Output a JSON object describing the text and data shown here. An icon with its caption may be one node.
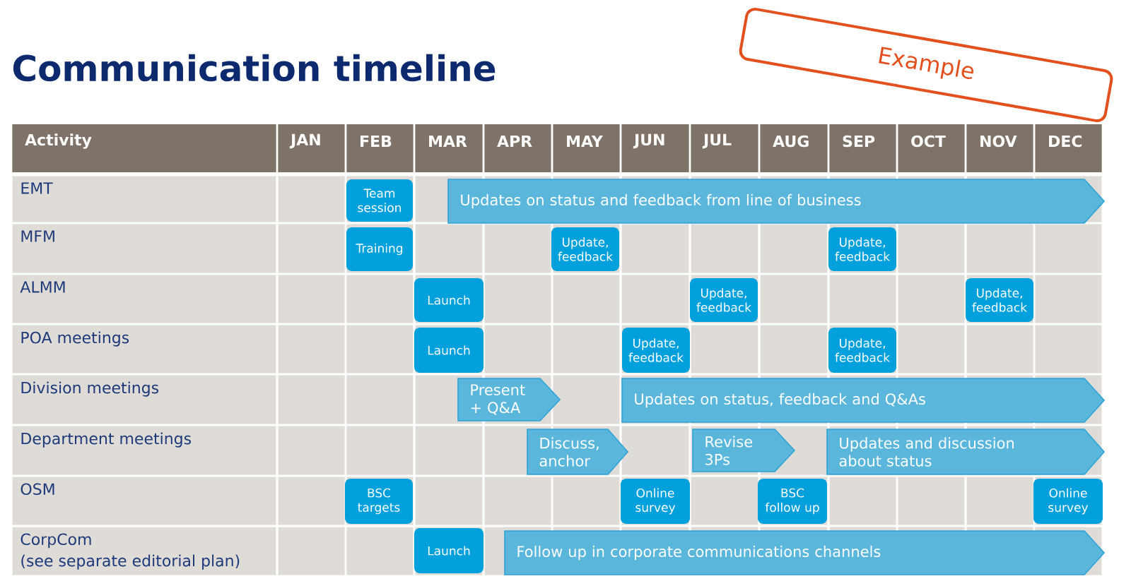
{
  "diagram": {
    "title": "Communication timeline",
    "nodes": [
      {
        "text": [
          "Example"
        ]
      },
      {
        "text": [
          "Team session"
        ]
      },
      {
        "text": [
          "Updates on status and feedback from line of business"
        ]
      },
      {
        "text": [
          "Training"
        ]
      },
      {
        "text": [
          "Update, feedback"
        ]
      },
      {
        "text": [
          "Update, feedback"
        ]
      },
      {
        "text": [
          "Launch"
        ]
      },
      {
        "text": [
          "Update, feedback"
        ]
      },
      {
        "text": [
          "Update, feedback"
        ]
      },
      {
        "text": [
          "Launch"
        ]
      },
      {
        "text": [
          "Update, feedback"
        ]
      },
      {
        "text": [
          "Update, feedback"
        ]
      },
      {
        "text": [
          "Present + Q&A"
        ]
      },
      {
        "text": [
          "Updates on status, feedback and Q&As"
        ]
      },
      {
        "text": [
          "Discuss, anchor"
        ]
      },
      {
        "text": [
          "Revise 3Ps"
        ]
      },
      {
        "text": [
          "Updates and discussion about status"
        ]
      },
      {
        "text": [
          "BSC targets"
        ]
      },
      {
        "text": [
          "Online survey"
        ]
      },
      {
        "text": [
          "BSC follow up"
        ]
      },
      {
        "text": [
          "Online survey"
        ]
      },
      {
        "text": [
          "Launch"
        ]
      },
      {
        "text": [
          "Follow up in corporate communications channels"
        ]
      }
    ],
    "labels": [
      "Activity",
      "JAN",
      "FEB",
      "MAR",
      "APR",
      "MAY",
      "JUN",
      "JUL",
      "AUG",
      "SEP",
      "OCT",
      "NOV",
      "DEC",
      "EMT",
      "MFM",
      "ALMM",
      "POA meetings",
      "Division meetings",
      "Department meetings",
      "OSM",
      "CorpCom",
      "(see separate editorial plan)"
    ]
  }
}
